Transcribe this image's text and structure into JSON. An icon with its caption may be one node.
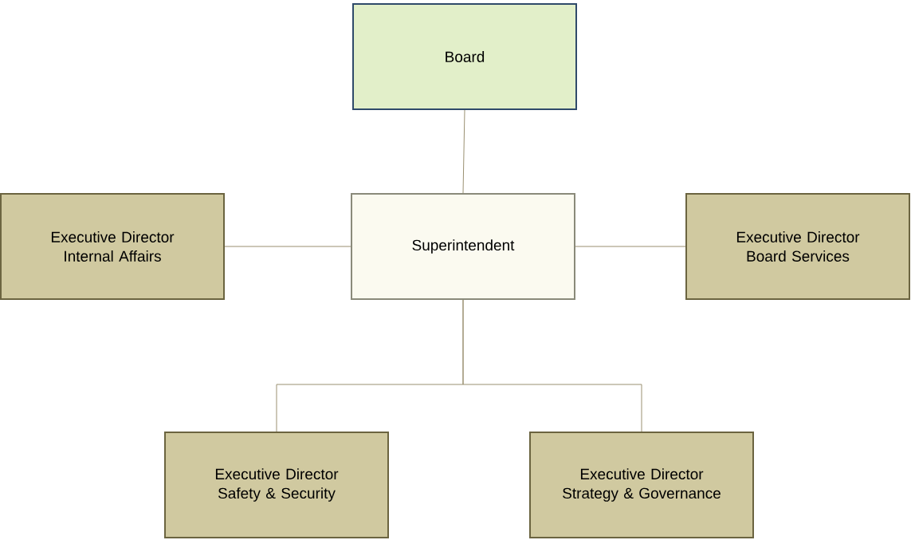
{
  "diagram": {
    "nodes": [
      {
        "text": [
          "Board"
        ]
      },
      {
        "text": [
          "Superintendent"
        ]
      },
      {
        "text": [
          "Executive Director Internal Affairs"
        ]
      },
      {
        "text": [
          "Executive Director Board Services"
        ]
      },
      {
        "text": [
          "Executive Director Safety & Security"
        ]
      },
      {
        "text": [
          "Executive Director Strategy & Governance"
        ]
      }
    ],
    "edges": [
      {
        "from": 0,
        "to": 1,
        "arrow": "none"
      },
      {
        "from": 1,
        "to": 2,
        "arrow": "none"
      },
      {
        "from": 1,
        "to": 3,
        "arrow": "none"
      },
      {
        "from": 1,
        "to": 4,
        "arrow": "none"
      },
      {
        "from": 1,
        "to": 5,
        "arrow": "none"
      }
    ]
  }
}
